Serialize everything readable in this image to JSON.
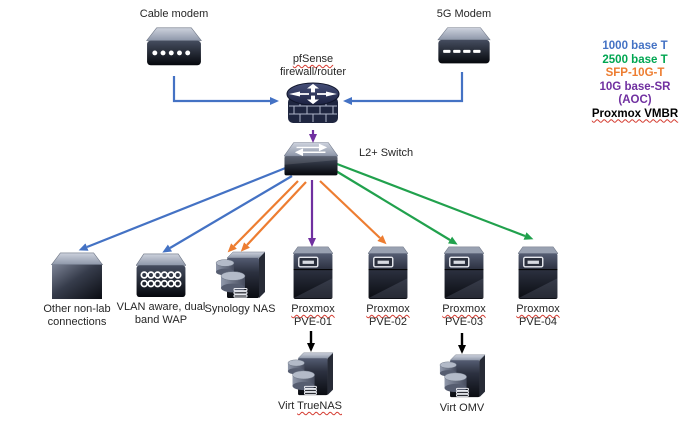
{
  "nodes": {
    "cable_modem": {
      "label": "Cable modem"
    },
    "modem_5g": {
      "label": "5G Modem"
    },
    "pfsense": {
      "name": "pfSense",
      "role": "firewall/router"
    },
    "l2_switch": {
      "label": "L2+ Switch"
    },
    "other_non_lab": {
      "label": "Other non-lab connections"
    },
    "wap": {
      "label": "VLAN aware, dual band WAP"
    },
    "synology_nas": {
      "label": "Synology NAS"
    },
    "pve_01": {
      "title": "Proxmox",
      "subtitle": "PVE-01"
    },
    "pve_02": {
      "title": "Proxmox",
      "subtitle": "PVE-02"
    },
    "pve_03": {
      "title": "Proxmox",
      "subtitle": "PVE-03"
    },
    "pve_04": {
      "title": "Proxmox",
      "subtitle": "PVE-04"
    },
    "virt_truenas": {
      "prefix": "Virt",
      "name": "TrueNAS"
    },
    "virt_omv": {
      "label": "Virt OMV"
    }
  },
  "legend": {
    "items": [
      {
        "label": "1000 base T",
        "color": "#4472C4"
      },
      {
        "label": "2500 base T",
        "color": "#00A651"
      },
      {
        "label": "SFP-10G-T",
        "color": "#ED7D31"
      },
      {
        "label": "10G base-SR",
        "color": "#7030A0"
      },
      {
        "label": "(AOC)",
        "color": "#7030A0"
      },
      {
        "label": "Proxmox VMBR",
        "color": "#000000"
      }
    ]
  },
  "connections": [
    {
      "from": "Cable modem",
      "to": "pfSense firewall/router",
      "type": "1000 base T"
    },
    {
      "from": "5G Modem",
      "to": "pfSense firewall/router",
      "type": "1000 base T"
    },
    {
      "from": "pfSense firewall/router",
      "to": "L2+ Switch",
      "type": "10G base-SR (AOC)"
    },
    {
      "from": "L2+ Switch",
      "to": "Other non-lab connections",
      "type": "1000 base T"
    },
    {
      "from": "L2+ Switch",
      "to": "VLAN aware, dual band WAP",
      "type": "1000 base T"
    },
    {
      "from": "L2+ Switch",
      "to": "Synology NAS",
      "type": "SFP-10G-T"
    },
    {
      "from": "L2+ Switch",
      "to": "Synology NAS",
      "type": "SFP-10G-T"
    },
    {
      "from": "L2+ Switch",
      "to": "Proxmox PVE-01",
      "type": "10G base-SR (AOC)"
    },
    {
      "from": "L2+ Switch",
      "to": "Proxmox PVE-02",
      "type": "SFP-10G-T"
    },
    {
      "from": "L2+ Switch",
      "to": "Proxmox PVE-03",
      "type": "2500 base T"
    },
    {
      "from": "L2+ Switch",
      "to": "Proxmox PVE-04",
      "type": "2500 base T"
    },
    {
      "from": "Proxmox PVE-01",
      "to": "Virt TrueNAS",
      "type": "Proxmox VMBR"
    },
    {
      "from": "Proxmox PVE-03",
      "to": "Virt OMV",
      "type": "Proxmox VMBR"
    }
  ]
}
